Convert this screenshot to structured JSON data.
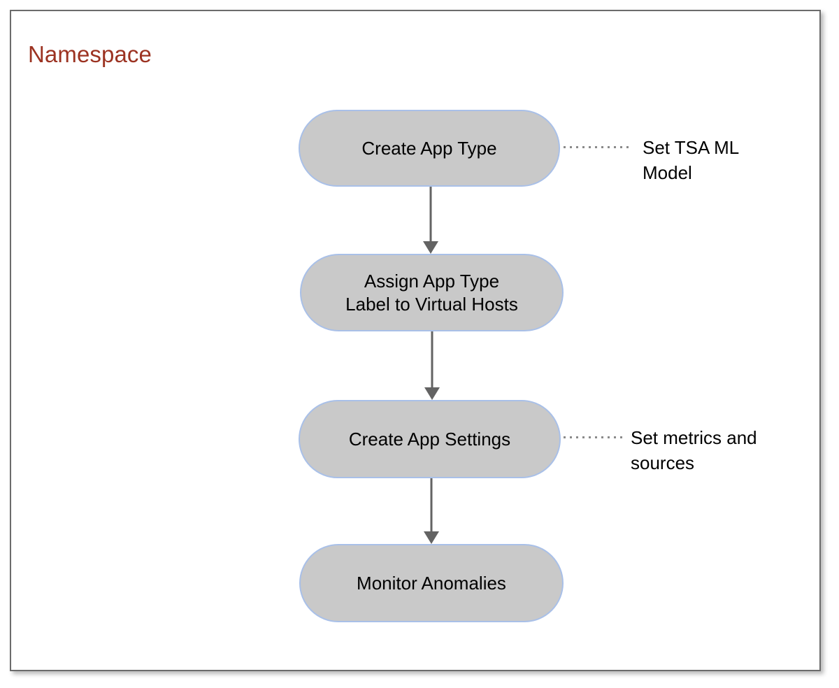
{
  "diagram": {
    "container": {
      "title": "Namespace",
      "title_color": "#9c3322",
      "border_color": "#6b6b6b",
      "background": "#ffffff"
    },
    "node_style": {
      "fill": "#c9c9c9",
      "border": "#a9c0e8",
      "text_color": "#000000",
      "shape": "rounded-pill"
    },
    "connector_style": {
      "color": "#636363",
      "type": "arrow-down"
    },
    "leader_style": {
      "color": "#8a8a8a",
      "type": "dotted"
    },
    "nodes": [
      {
        "id": "node-1",
        "label": "Create App Type"
      },
      {
        "id": "node-2",
        "label": "Assign App Type\nLabel to Virtual Hosts"
      },
      {
        "id": "node-3",
        "label": "Create App Settings"
      },
      {
        "id": "node-4",
        "label": "Monitor Anomalies"
      }
    ],
    "annotations": [
      {
        "id": "annotation-1",
        "attached_to": "node-1",
        "text": "Set TSA ML\nModel"
      },
      {
        "id": "annotation-2",
        "attached_to": "node-3",
        "text": "Set metrics and\nsources"
      }
    ],
    "flow": [
      {
        "from": "node-1",
        "to": "node-2"
      },
      {
        "from": "node-2",
        "to": "node-3"
      },
      {
        "from": "node-3",
        "to": "node-4"
      }
    ]
  }
}
